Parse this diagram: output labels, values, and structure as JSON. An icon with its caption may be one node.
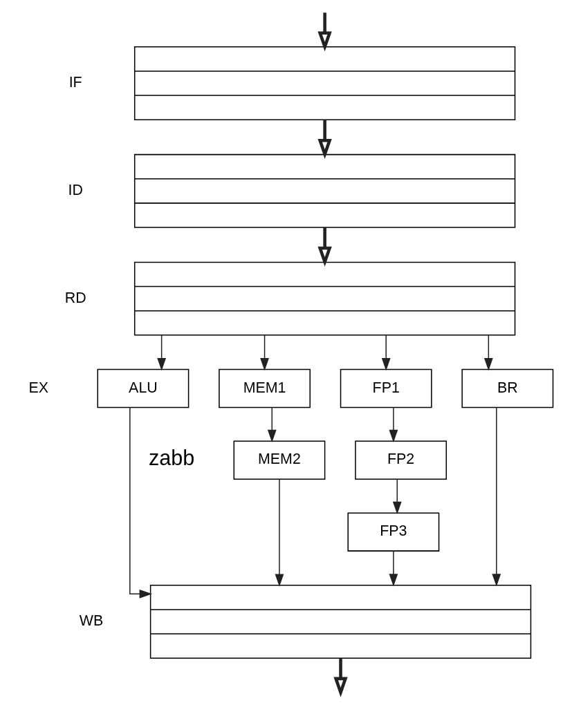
{
  "diagram": {
    "nodes": [
      {
        "text": [],
        "shape": "bar",
        "beside": [
          "IF"
        ]
      },
      {
        "text": [],
        "shape": "bar",
        "beside": [
          "ID"
        ]
      },
      {
        "text": [],
        "shape": "bar",
        "beside": [
          "RD"
        ]
      },
      {
        "text": [
          "ALU"
        ],
        "beside": [
          "EX"
        ]
      },
      {
        "text": [
          "MEM1"
        ]
      },
      {
        "text": [
          "FP1"
        ]
      },
      {
        "text": [
          "BR"
        ]
      },
      {
        "text": [
          "MEM2"
        ]
      },
      {
        "text": [
          "FP2"
        ]
      },
      {
        "text": [
          "FP3"
        ]
      },
      {
        "text": [],
        "shape": "bar",
        "beside": [
          "WB"
        ]
      }
    ],
    "edges": [
      {
        "from": null,
        "to": 0,
        "arrow": "to",
        "style": "thick"
      },
      {
        "from": 0,
        "to": 1,
        "arrow": "to",
        "style": "thick"
      },
      {
        "from": 1,
        "to": 2,
        "arrow": "to",
        "style": "thick"
      },
      {
        "from": 2,
        "to": 3,
        "arrow": "to"
      },
      {
        "from": 2,
        "to": 4,
        "arrow": "to"
      },
      {
        "from": 2,
        "to": 5,
        "arrow": "to"
      },
      {
        "from": 2,
        "to": 6,
        "arrow": "to"
      },
      {
        "from": 4,
        "to": 7,
        "arrow": "to"
      },
      {
        "from": 5,
        "to": 8,
        "arrow": "to"
      },
      {
        "from": 8,
        "to": 9,
        "arrow": "to"
      },
      {
        "from": 3,
        "to": 10,
        "arrow": "to"
      },
      {
        "from": 7,
        "to": 10,
        "arrow": "to"
      },
      {
        "from": 9,
        "to": 10,
        "arrow": "to"
      },
      {
        "from": 6,
        "to": 10,
        "arrow": "to"
      },
      {
        "from": 10,
        "to": null,
        "arrow": "to",
        "style": "thick"
      }
    ],
    "labels": [
      "zabb"
    ]
  }
}
